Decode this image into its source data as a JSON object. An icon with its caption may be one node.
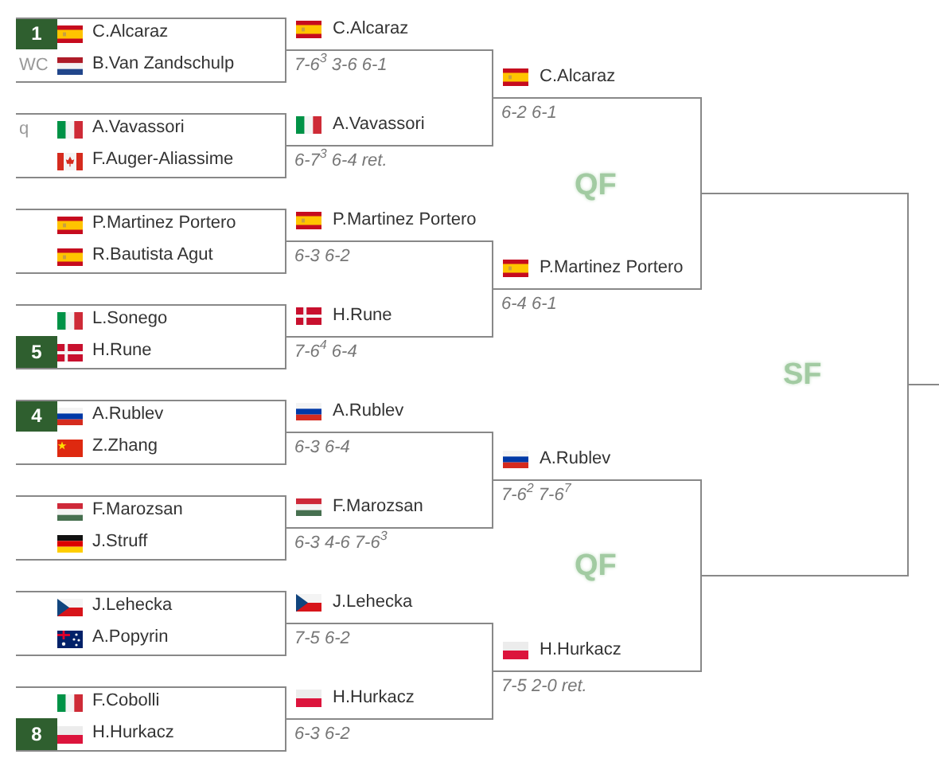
{
  "diagram": {
    "nodes": [
      {
        "text": [
          "1",
          "C.Alcaraz"
        ]
      },
      {
        "text": [
          "WC",
          "B.Van Zandschulp"
        ]
      },
      {
        "text": [
          "q",
          "A.Vavassori"
        ]
      },
      {
        "text": [
          "F.Auger-Aliassime"
        ]
      },
      {
        "text": [
          "P.Martinez Portero"
        ]
      },
      {
        "text": [
          "R.Bautista Agut"
        ]
      },
      {
        "text": [
          "L.Sonego"
        ]
      },
      {
        "text": [
          "5",
          "H.Rune"
        ]
      },
      {
        "text": [
          "4",
          "A.Rublev"
        ]
      },
      {
        "text": [
          "Z.Zhang"
        ]
      },
      {
        "text": [
          "F.Marozsan"
        ]
      },
      {
        "text": [
          "J.Struff"
        ]
      },
      {
        "text": [
          "J.Lehecka"
        ]
      },
      {
        "text": [
          "A.Popyrin"
        ]
      },
      {
        "text": [
          "F.Cobolli"
        ]
      },
      {
        "text": [
          "8",
          "H.Hurkacz"
        ]
      },
      {
        "text": [
          "C.Alcaraz"
        ],
        "beside": [
          "7-6$^{3}$ 3-6 6-1"
        ]
      },
      {
        "text": [
          "A.Vavassori"
        ],
        "beside": [
          "6-7$^{3}$ 6-4 ret."
        ]
      },
      {
        "text": [
          "P.Martinez Portero"
        ],
        "beside": [
          "6-3 6-2"
        ]
      },
      {
        "text": [
          "H.Rune"
        ],
        "beside": [
          "7-6$^{4}$ 6-4"
        ]
      },
      {
        "text": [
          "A.Rublev"
        ],
        "beside": [
          "6-3 6-4"
        ]
      },
      {
        "text": [
          "F.Marozsan"
        ],
        "beside": [
          "6-3 4-6 7-6$^{3}$"
        ]
      },
      {
        "text": [
          "J.Lehecka"
        ],
        "beside": [
          "7-5 6-2"
        ]
      },
      {
        "text": [
          "H.Hurkacz"
        ],
        "beside": [
          "6-3 6-2"
        ]
      },
      {
        "text": [
          "C.Alcaraz"
        ],
        "beside": [
          "6-2 6-1"
        ]
      },
      {
        "text": [
          "P.Martinez Portero"
        ],
        "beside": [
          "6-4 6-1"
        ]
      },
      {
        "text": [
          "A.Rublev"
        ],
        "beside": [
          "7-6$^{2}$ 7-6$^{7}$"
        ]
      },
      {
        "text": [
          "H.Hurkacz"
        ],
        "beside": [
          "7-5 2-0 ret."
        ]
      },
      {
        "text": [],
        "shape": "line"
      },
      {
        "text": [],
        "shape": "line"
      }
    ],
    "edges": [
      {
        "from": 0,
        "to": 16,
        "arrow": "none"
      },
      {
        "from": 1,
        "to": 16,
        "arrow": "none"
      },
      {
        "from": 2,
        "to": 17,
        "arrow": "none"
      },
      {
        "from": 3,
        "to": 17,
        "arrow": "none"
      },
      {
        "from": 4,
        "to": 18,
        "arrow": "none"
      },
      {
        "from": 5,
        "to": 18,
        "arrow": "none"
      },
      {
        "from": 6,
        "to": 19,
        "arrow": "none"
      },
      {
        "from": 7,
        "to": 19,
        "arrow": "none"
      },
      {
        "from": 8,
        "to": 20,
        "arrow": "none"
      },
      {
        "from": 9,
        "to": 20,
        "arrow": "none"
      },
      {
        "from": 10,
        "to": 21,
        "arrow": "none"
      },
      {
        "from": 11,
        "to": 21,
        "arrow": "none"
      },
      {
        "from": 12,
        "to": 22,
        "arrow": "none"
      },
      {
        "from": 13,
        "to": 22,
        "arrow": "none"
      },
      {
        "from": 14,
        "to": 23,
        "arrow": "none"
      },
      {
        "from": 15,
        "to": 23,
        "arrow": "none"
      },
      {
        "from": 16,
        "to": 24,
        "arrow": "none"
      },
      {
        "from": 17,
        "to": 24,
        "arrow": "none"
      },
      {
        "from": 18,
        "to": 25,
        "arrow": "none"
      },
      {
        "from": 19,
        "to": 25,
        "arrow": "none"
      },
      {
        "from": 20,
        "to": 26,
        "arrow": "none"
      },
      {
        "from": 21,
        "to": 26,
        "arrow": "none"
      },
      {
        "from": 22,
        "to": 27,
        "arrow": "none"
      },
      {
        "from": 23,
        "to": 27,
        "arrow": "none"
      },
      {
        "from": 24,
        "to": 28,
        "arrow": "none"
      },
      {
        "from": 25,
        "to": 28,
        "arrow": "none"
      },
      {
        "from": 26,
        "to": 29,
        "arrow": "none"
      },
      {
        "from": 27,
        "to": 29,
        "arrow": "none"
      },
      {
        "from": 28,
        "to": null,
        "arrow": "none"
      },
      {
        "from": 29,
        "to": null,
        "arrow": "none"
      }
    ],
    "labels": [
      "QF",
      "SF",
      "QF"
    ]
  }
}
